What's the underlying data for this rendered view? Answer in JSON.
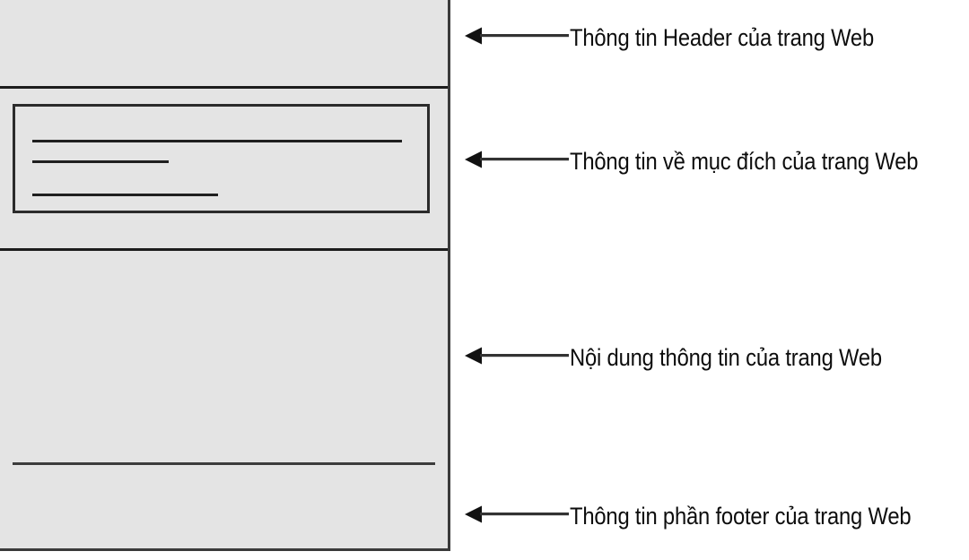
{
  "diagram": {
    "title": "Web page structure wireframe with Vietnamese annotations",
    "colors": {
      "panel_background": "#e4e4e4",
      "page_background": "#ffffff",
      "line": "#1f1f1f",
      "border": "#2b2b2b",
      "text": "#0d0d0d"
    }
  },
  "wireframe": {
    "regions": [
      {
        "id": "header",
        "name": "Header region"
      },
      {
        "id": "purpose",
        "name": "Purpose region"
      },
      {
        "id": "content",
        "name": "Content region"
      },
      {
        "id": "footer",
        "name": "Footer region"
      }
    ],
    "purpose_box": {
      "lines": [
        {
          "id": "line-1",
          "length": "long"
        },
        {
          "id": "line-2",
          "length": "short"
        },
        {
          "id": "line-3",
          "length": "medium"
        }
      ]
    }
  },
  "callouts": [
    {
      "id": "header",
      "icon": "arrow-left-icon",
      "label": "Thông tin Header của trang Web"
    },
    {
      "id": "purpose",
      "icon": "arrow-left-icon",
      "label": "Thông tin về mục đích của trang Web"
    },
    {
      "id": "content",
      "icon": "arrow-left-icon",
      "label": "Nội dung thông tin của trang Web"
    },
    {
      "id": "footer",
      "icon": "arrow-left-icon",
      "label": "Thông tin phần footer của trang Web"
    }
  ]
}
